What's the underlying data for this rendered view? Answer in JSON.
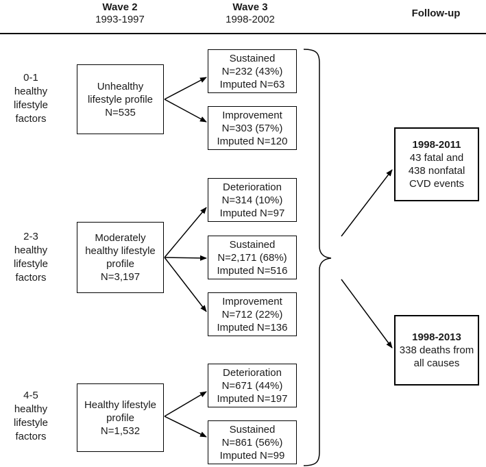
{
  "header": {
    "wave2": {
      "title": "Wave 2",
      "years": "1993-1997"
    },
    "wave3": {
      "title": "Wave 3",
      "years": "1998-2002"
    },
    "followup": {
      "title": "Follow-up"
    }
  },
  "groups": [
    {
      "lines": [
        "0-1",
        "healthy",
        "lifestyle",
        "factors"
      ]
    },
    {
      "lines": [
        "2-3",
        "healthy",
        "lifestyle",
        "factors"
      ]
    },
    {
      "lines": [
        "4-5",
        "healthy",
        "lifestyle",
        "factors"
      ]
    }
  ],
  "profiles": [
    {
      "lines": [
        "Unhealthy",
        "lifestyle profile",
        "N=535"
      ]
    },
    {
      "lines": [
        "Moderately",
        "healthy lifestyle",
        "profile",
        "N=3,197"
      ]
    },
    {
      "lines": [
        "Healthy lifestyle",
        "profile",
        "N=1,532"
      ]
    }
  ],
  "outcomes": [
    {
      "status": "Sustained",
      "n": "N=232 (43%)",
      "imputed": "Imputed N=63"
    },
    {
      "status": "Improvement",
      "n": "N=303 (57%)",
      "imputed": "Imputed N=120"
    },
    {
      "status": "Deterioration",
      "n": "N=314 (10%)",
      "imputed": "Imputed N=97"
    },
    {
      "status": "Sustained",
      "n": "N=2,171 (68%)",
      "imputed": "Imputed N=516"
    },
    {
      "status": "Improvement",
      "n": "N=712 (22%)",
      "imputed": "Imputed N=136"
    },
    {
      "status": "Deterioration",
      "n": "N=671 (44%)",
      "imputed": "Imputed N=197"
    },
    {
      "status": "Sustained",
      "n": "N=861 (56%)",
      "imputed": "Imputed N=99"
    }
  ],
  "followups": [
    {
      "title": "1998-2011",
      "lines": [
        "43 fatal and",
        "438 nonfatal",
        "CVD events"
      ]
    },
    {
      "title": "1998-2013",
      "lines": [
        "338 deaths from",
        "all causes"
      ]
    }
  ]
}
